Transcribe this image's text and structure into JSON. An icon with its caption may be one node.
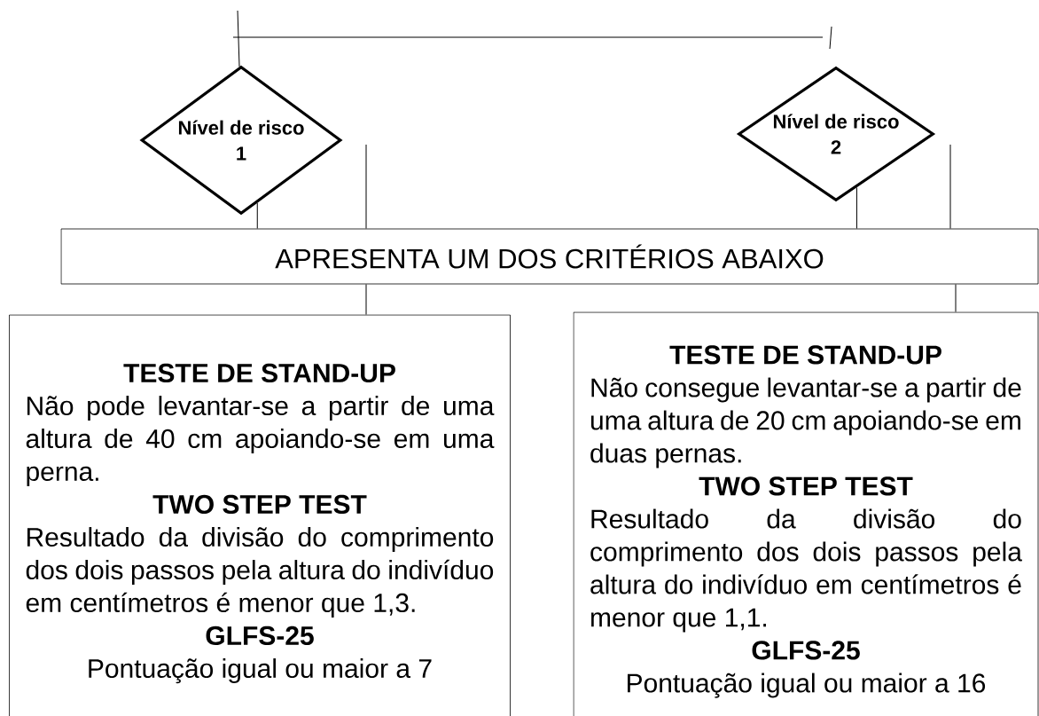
{
  "diagram": {
    "nodes": [
      {
        "text": [
          "Nível de risco 1"
        ]
      },
      {
        "text": [
          "Nível de risco 2"
        ]
      },
      {
        "text": [
          "APRESENTA UM DOS CRITÉRIOS ABAIXO"
        ]
      },
      {
        "text": [
          "TESTE DE STAND-UP",
          "Não pode levantar-se a partir de uma altura de 40 cm apoiando-se em uma perna.",
          "TWO STEP TEST",
          "Resultado da divisão do comprimento dos dois passos pela altura do indivíduo em centímetros é menor que 1,3.",
          "GLFS-25",
          "Pontuação igual ou maior a 7"
        ]
      },
      {
        "text": [
          "TESTE DE STAND-UP",
          "Não consegue levantar-se a partir de uma altura de 20 cm apoiando-se em duas pernas.",
          "TWO STEP TEST",
          "Resultado da divisão do comprimento dos dois passos pela altura do indivíduo em centímetros é menor que 1,1.",
          "GLFS-25",
          "Pontuação igual ou maior a 16"
        ]
      }
    ],
    "edges": [
      {
        "from": 0,
        "to": 2,
        "arrow": "none"
      },
      {
        "from": null,
        "to": 2,
        "arrow": "none"
      },
      {
        "from": 1,
        "to": 2,
        "arrow": "none"
      },
      {
        "from": null,
        "to": 2,
        "arrow": "none"
      },
      {
        "from": 2,
        "to": 3,
        "arrow": "none"
      },
      {
        "from": 2,
        "to": 4,
        "arrow": "none"
      }
    ]
  }
}
